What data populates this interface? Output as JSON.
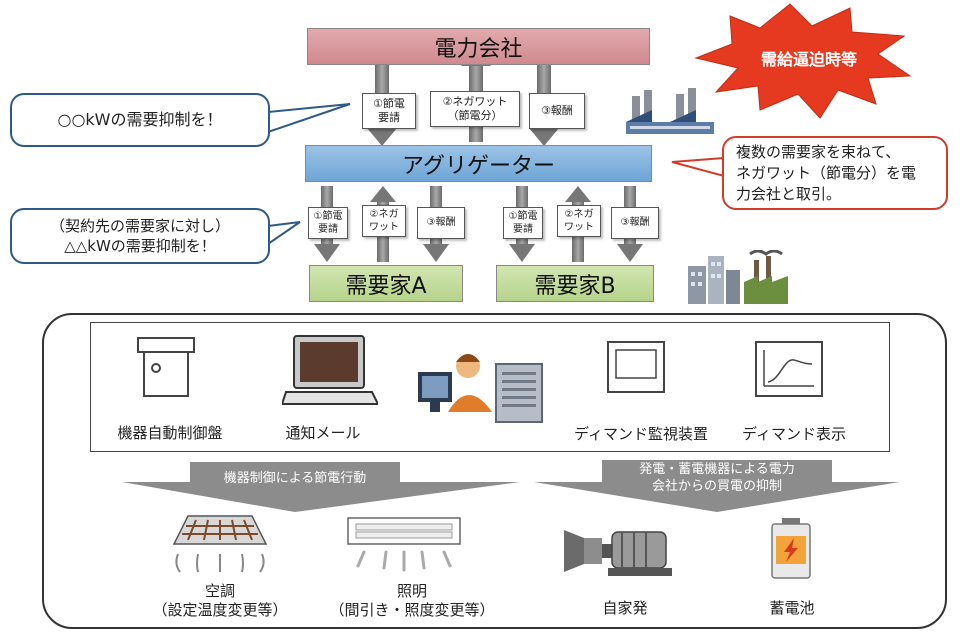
{
  "top": {
    "power_company": "電力会社",
    "aggregator": "アグリゲーター",
    "consumer_a": "需要家A",
    "consumer_b": "需要家B"
  },
  "burst": "需給逼迫時等",
  "bubbles": {
    "utility_request": "○○kWの需要抑制を！",
    "agg_request_line1": "（契約先の需要家に対し）",
    "agg_request_line2": "△△kWの需要抑制を！",
    "note_line1": "複数の需要家を束ねて、",
    "note_line2": "ネガワット（節電分）を電",
    "note_line3": "力会社と取引。"
  },
  "flows_top": {
    "l1a": "①節電",
    "l1b": "要請",
    "l2a": "②ネガワット",
    "l2b": "（節電分）",
    "l3": "③報酬"
  },
  "flows_bottom": {
    "l1a": "①節電",
    "l1b": "要請",
    "l2a": "②ネガ",
    "l2b": "ワット",
    "l3": "③報酬"
  },
  "devices": {
    "controller": "機器自動制御盤",
    "notice": "通知メール",
    "monitor": "ディマンド監視装置",
    "display": "ディマンド表示"
  },
  "bands": {
    "left": "機器制御による節電行動",
    "right_line1": "発電・蓄電機器による電力",
    "right_line2": "会社からの買電の抑制"
  },
  "actions": {
    "ac": "空調",
    "ac_sub": "（設定温度変更等）",
    "light": "照明",
    "light_sub": "（間引き・照度変更等）",
    "generator": "自家発",
    "battery": "蓄電池"
  },
  "colors": {
    "power_company": "#d9979b",
    "aggregator": "#7fb0db",
    "consumer": "#c5dca0",
    "burst": "#e53a1f",
    "band": "#8c8c8c"
  }
}
